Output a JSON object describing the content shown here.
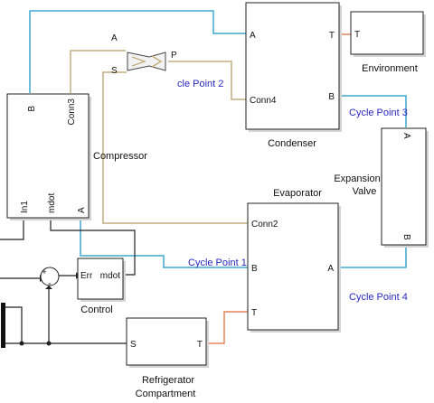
{
  "blocks": {
    "compressor": {
      "name": "Compressor",
      "ports": {
        "b": "B",
        "conn3": "Conn3",
        "in1": "In1",
        "mdot": "mdot",
        "a": "A"
      }
    },
    "condenser": {
      "name": "Condenser",
      "ports": {
        "a": "A",
        "t": "T",
        "conn4": "Conn4",
        "b": "B"
      }
    },
    "environment": {
      "name": "Environment",
      "ports": {
        "t": "T"
      }
    },
    "expansion_valve": {
      "name_line1": "Expansion",
      "name_line2": "Valve",
      "ports": {
        "a": "A",
        "b": "B"
      }
    },
    "evaporator": {
      "name": "Evaporator",
      "ports": {
        "conn2": "Conn2",
        "b": "B",
        "t": "T",
        "a": "A"
      }
    },
    "control": {
      "name": "Control",
      "ports": {
        "err": "Err",
        "mdot": "mdot"
      }
    },
    "refrigerator": {
      "name_line1": "Refrigerator",
      "name_line2": "Compartment",
      "ports": {
        "s": "S",
        "t": "T"
      }
    },
    "sensor": {
      "ports": {
        "a": "A",
        "s": "S",
        "p": "P"
      }
    }
  },
  "sum_signs": {
    "plus": "+",
    "minus": "-"
  },
  "cycle_points": {
    "p1": "Cycle Point 1",
    "p2": "cle Point 2",
    "p3": "Cycle Point 3",
    "p4": "Cycle Point 4"
  },
  "colors": {
    "refrigerant_line": "#3fa7cf",
    "mechanical_line": "#c2ad7d",
    "thermal_line": "#e5835a",
    "signal_line": "#222222",
    "cycle_label": "#2828c0"
  }
}
